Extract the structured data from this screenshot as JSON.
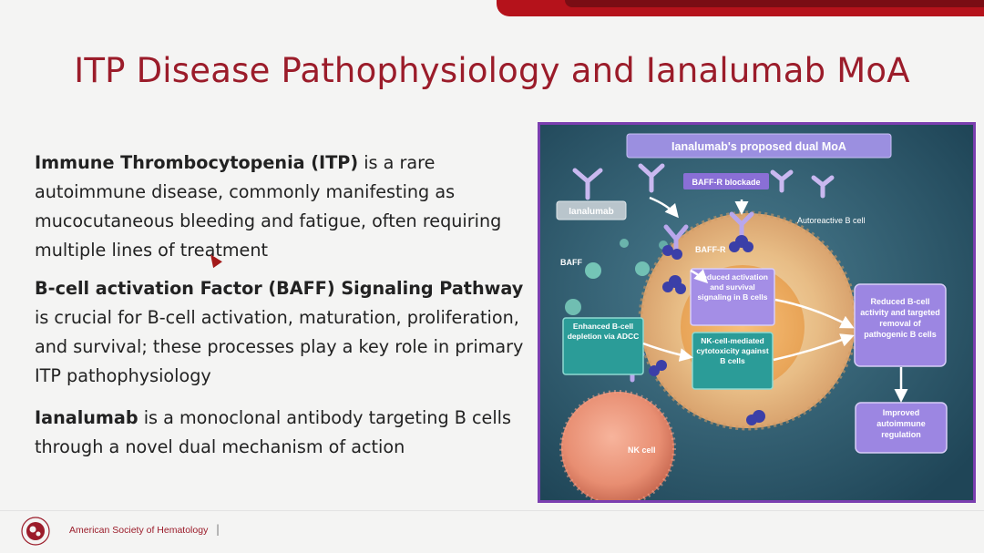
{
  "slide": {
    "title": "ITP Disease Pathophysiology and Ianalumab MoA",
    "bullets": [
      {
        "bold": "Immune Thrombocytopenia (ITP)",
        "text": " is a rare autoimmune disease, commonly manifesting as mucocutaneous bleeding and fatigue, often requiring multiple lines of treatment"
      },
      {
        "bold": "B-cell activation Factor (BAFF) Signaling Pathway",
        "text": " is crucial for B-cell activation, maturation, proliferation, and survival; these processes play a key role in primary ITP pathophysiology"
      },
      {
        "bold": "Ianalumab",
        "text": " is a monoclonal antibody targeting B cells through a novel dual mechanism of action"
      }
    ]
  },
  "figure": {
    "header": "Ianalumab's proposed dual MoA",
    "baffr_blockade": "BAFF-R blockade",
    "ianalumab_label": "Ianalumab",
    "baff_label": "BAFF",
    "baffr_label": "BAFF-R",
    "autoreactive_label": "Autoreactive B cell",
    "reduced_activation": "Reduced activation and survival signaling in B cells",
    "nk_mediated": "NK-cell-mediated cytotoxicity against B cells",
    "enhanced_depletion": "Enhanced B-cell depletion via ADCC",
    "reduced_activity": "Reduced B-cell activity and targeted removal of pathogenic B cells",
    "improved_regulation": "Improved autoimmune regulation",
    "nk_cell": "NK cell"
  },
  "footer": {
    "organization": "American Society of Hematology",
    "separator": "|"
  }
}
